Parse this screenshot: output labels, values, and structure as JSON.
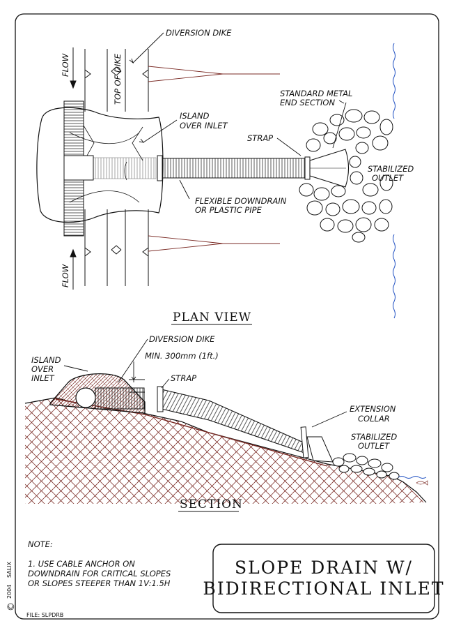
{
  "plan_view": {
    "title": "PLAN VIEW",
    "flow_top": "FLOW",
    "flow_bottom": "FLOW",
    "top_of_dike": "TOP OF DIKE",
    "diversion_dike": "DIVERSION DIKE",
    "island_line1": "ISLAND",
    "island_line2": "OVER INLET",
    "std_metal_line1": "STANDARD METAL",
    "std_metal_line2": "END SECTION",
    "strap": "STRAP",
    "stabilized_line1": "STABILIZED",
    "stabilized_line2": "OUTLET",
    "flexible_line1": "FLEXIBLE DOWNDRAIN",
    "flexible_line2": "OR PLASTIC PIPE"
  },
  "section_view": {
    "title": "SECTION",
    "diversion_dike": "DIVERSION DIKE",
    "island_line1": "ISLAND",
    "island_line2": "OVER",
    "island_line3": "INLET",
    "min_height": "MIN. 300mm (1ft.)",
    "strap": "STRAP",
    "extension_line1": "EXTENSION",
    "extension_line2": "COLLAR",
    "stabilized_line1": "STABILIZED",
    "stabilized_line2": "OUTLET"
  },
  "notes": {
    "heading": "NOTE:",
    "line1": "1. USE CABLE ANCHOR ON",
    "line2": "DOWNDRAIN FOR CRITICAL SLOPES",
    "line3": "OR SLOPES STEEPER THAN 1V:1.5H"
  },
  "title_block": {
    "line1": "SLOPE DRAIN W/",
    "line2": "BIDIRECTIONAL INLET"
  },
  "file_label": "FILE: SLPDRB",
  "copyright": {
    "symbol": "©",
    "year": "2004",
    "owner": "SALIX"
  },
  "colors": {
    "line": "#111111",
    "dike_hatch": "#7a2a24",
    "water": "#1e4fc2"
  }
}
